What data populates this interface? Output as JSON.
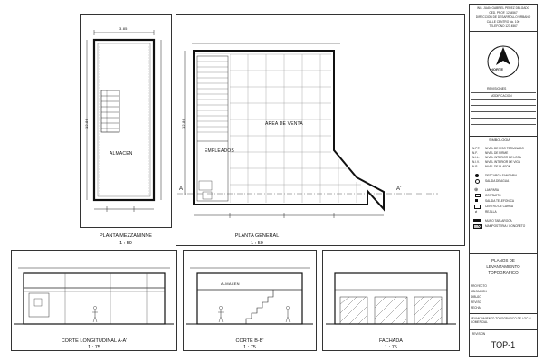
{
  "views": {
    "mezzanine": {
      "title": "PLANTA MEZZANINNE",
      "scale": "1 : 50",
      "room": "ALMACEN",
      "dim_top": "3.85",
      "dim_side": "12.86"
    },
    "general": {
      "title": "PLANTA GENERAL",
      "scale": "1 : 50",
      "room_sales": "AREA DE VENTA",
      "room_staff": "EMPLEADOS",
      "section_left": "A",
      "section_right": "A'",
      "dim_side": "12.86"
    },
    "section_aa": {
      "title": "CORTE LONGITUDINAL A-A'",
      "scale": "1 : 75"
    },
    "section_bb": {
      "title": "CORTE B-B'",
      "scale": "1 : 75",
      "room": "ALMACEN"
    },
    "facade": {
      "title": "FACHADA",
      "scale": "1 : 75"
    }
  },
  "title_block": {
    "header_lines": [
      "ING. JUAN GABRIEL PEREZ DELGADO",
      "CED. PROF. 1234567",
      "DIRECCION DE DESARROLLO URBANO",
      "CALLE CENTRO No. 100",
      "TELEFONO 123 4567"
    ],
    "north_label": "NORTE",
    "revisions_label": "REVISIONES",
    "revision_row": "MODIFICACION",
    "symbology_title": "SIMBOLOGIA",
    "symbology": [
      {
        "code": "N.P.T.",
        "text": "NIVEL DE PISO TERMINADO"
      },
      {
        "code": "N.F.",
        "text": "NIVEL DE FIRME"
      },
      {
        "code": "N.I.L.",
        "text": "NIVEL INTERIOR DE LOSA"
      },
      {
        "code": "N.I.V.",
        "text": "NIVEL INTERIOR DE VIGA"
      },
      {
        "code": "N.P.",
        "text": "NIVEL DE PLAFON"
      },
      {
        "code": "",
        "text": "DESCARGA SANITARIA"
      },
      {
        "code": "",
        "text": "SALIDA DE AGUA"
      },
      {
        "code": "",
        "text": "LAMPARA"
      },
      {
        "code": "",
        "text": "CONTACTO"
      },
      {
        "code": "",
        "text": "SALIDA TELEFONICA"
      },
      {
        "code": "",
        "text": "CENTRO DE CARGA"
      },
      {
        "code": "",
        "text": "REJILLA"
      },
      {
        "code": "",
        "text": "MURO TABLAROCA"
      },
      {
        "code": "",
        "text": "MAMPOSTERIA / CONCRETO"
      }
    ],
    "plan_title_lines": [
      "PLANOS DE",
      "LEVANTAMIENTO",
      "TOPOGRAFICO"
    ],
    "info_rows": [
      "PROYECTO",
      "UBICACION",
      "DIBUJO",
      "REVISO",
      "FECHA"
    ],
    "bottom_note": "LEVANTAMIENTO TOPOGRAFICO DE LOCAL COMERCIAL",
    "sheet_label": "REVISION",
    "sheet_id": "TOP-1"
  }
}
